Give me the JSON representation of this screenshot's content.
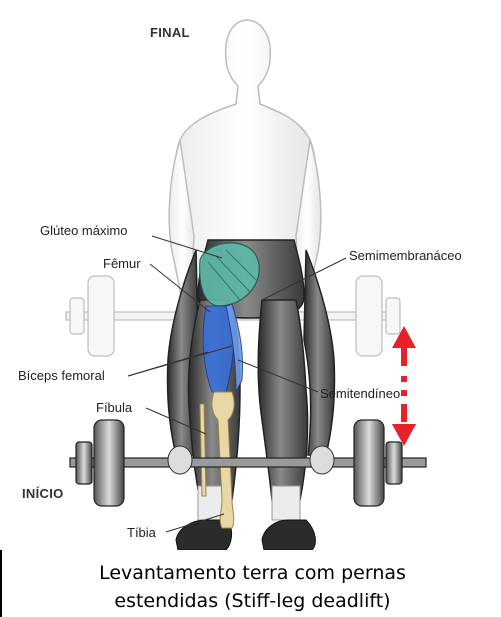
{
  "phases": {
    "final": "FINAL",
    "start": "INÍCIO"
  },
  "labels": {
    "gluteus": "Glúteo máximo",
    "femur": "Fêmur",
    "biceps": "Bíceps femoral",
    "fibula": "Fíbula",
    "tibia": "Tíbia",
    "semimembranosus": "Semimembranáceo",
    "semitendinosus": "Semitendíneo"
  },
  "caption": {
    "line1": "Levantamento terra com pernas",
    "line2": "estendidas (Stiff-leg deadlift)"
  },
  "colors": {
    "arrow": "#e8202a",
    "gluteus_highlight": "#5fb8a8",
    "hamstring_highlight": "#3a6fd8",
    "bone": "#e9d8a6"
  }
}
